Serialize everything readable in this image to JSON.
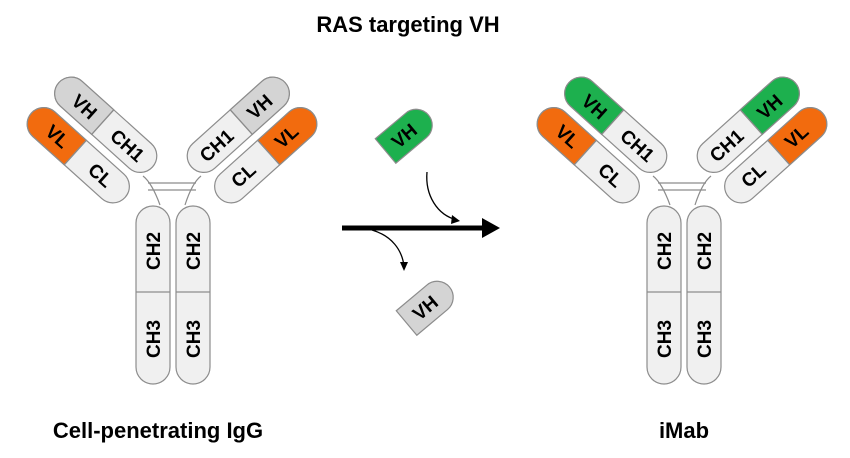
{
  "title": "RAS targeting VH",
  "left_antibody": {
    "caption": "Cell-penetrating IgG",
    "left_arm": {
      "vh": "VH",
      "vl": "VL",
      "ch1": "CH1",
      "cl": "CL"
    },
    "right_arm": {
      "vh": "VH",
      "vl": "VL",
      "ch1": "CH1",
      "cl": "CL"
    },
    "stem": {
      "ch2_a": "CH2",
      "ch3_a": "CH3",
      "ch2_b": "CH2",
      "ch3_b": "CH3"
    }
  },
  "right_antibody": {
    "caption": "iMab",
    "left_arm": {
      "vh": "VH",
      "vl": "VL",
      "ch1": "CH1",
      "cl": "CL"
    },
    "right_arm": {
      "vh": "VH",
      "vl": "VL",
      "ch1": "CH1",
      "cl": "CL"
    },
    "stem": {
      "ch2_a": "CH2",
      "ch3_a": "CH3",
      "ch2_b": "CH2",
      "ch3_b": "CH3"
    }
  },
  "incoming_domain": "VH",
  "outgoing_domain": "VH",
  "colors": {
    "vh_original": "#d4d4d4",
    "vl": "#f26b0e",
    "vh_ras": "#1db04e",
    "constant": "#f0f0f0",
    "outline": "#8c8c8c",
    "arrow": "#000000"
  }
}
